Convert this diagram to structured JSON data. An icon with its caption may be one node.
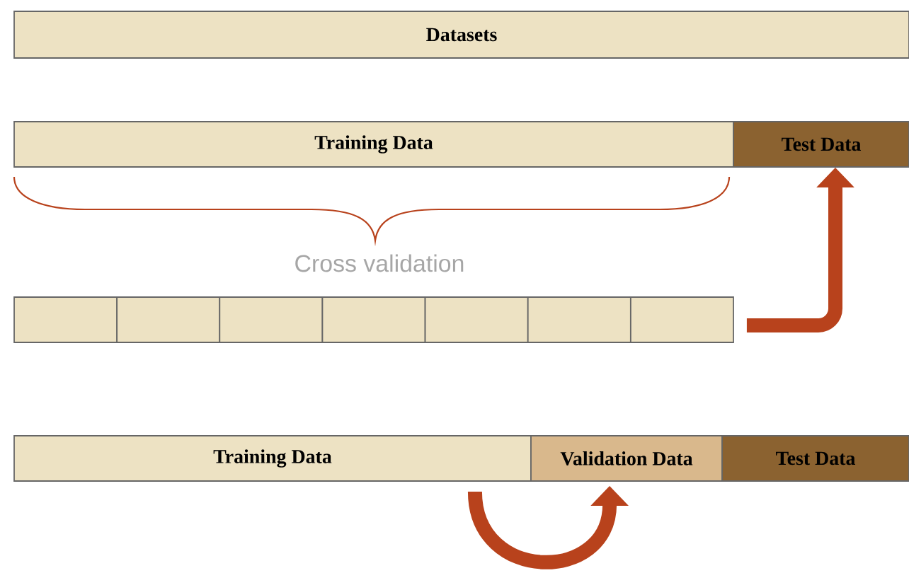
{
  "diagram": {
    "nodes": [
      {
        "text": [
          "Datasets"
        ]
      },
      {
        "text": [
          "Training Data"
        ]
      },
      {
        "text": [
          "Test Data"
        ]
      },
      {
        "text": [],
        "shape": "box"
      },
      {
        "text": [],
        "shape": "box"
      },
      {
        "text": [],
        "shape": "box"
      },
      {
        "text": [],
        "shape": "box"
      },
      {
        "text": [],
        "shape": "box"
      },
      {
        "text": [],
        "shape": "box"
      },
      {
        "text": [],
        "shape": "box"
      },
      {
        "text": [
          "Training Data"
        ]
      },
      {
        "text": [
          "Validation Data"
        ]
      },
      {
        "text": [
          "Test Data"
        ]
      }
    ],
    "edges": [
      {
        "from": 9,
        "to": 2,
        "arrow": "to"
      },
      {
        "from": 10,
        "to": 11,
        "arrow": "to"
      }
    ],
    "labels": [
      "Cross validation"
    ]
  }
}
